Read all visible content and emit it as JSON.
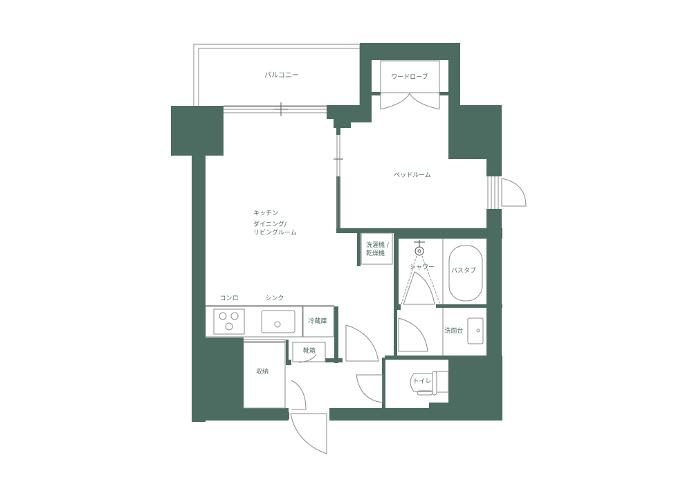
{
  "colors": {
    "wall": "#4c6c61",
    "line": "#8a8a8a",
    "text": "#4a6a60",
    "background": "#ffffff"
  },
  "rooms": {
    "balcony": "バルコニー",
    "wardrobe": "ワードローブ",
    "bedroom": "ベッドルーム",
    "kitchen": "キッチン",
    "dining_living_1": "ダイニング/",
    "dining_living_2": "リビングルーム",
    "washer_1": "洗濯機 /",
    "washer_2": "乾燥機",
    "shower": "シャワー",
    "bathtub": "バスタブ",
    "stove": "コンロ",
    "sink": "シンク",
    "fridge": "冷蔵庫",
    "washbasin": "洗面台",
    "shoe_box": "靴箱",
    "storage": "収納",
    "toilet": "トイレ"
  }
}
